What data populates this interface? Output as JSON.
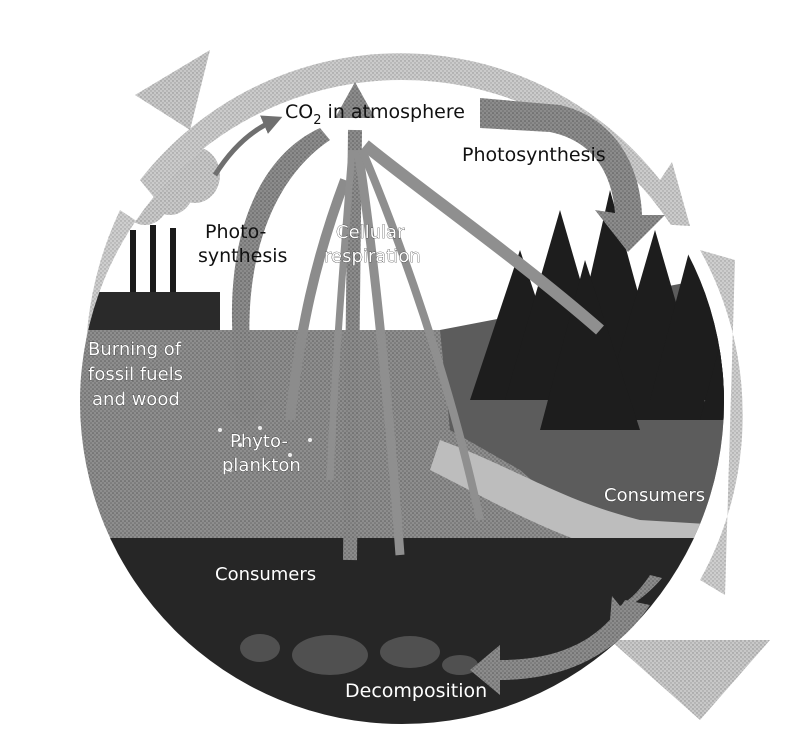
{
  "labels": {
    "co2": "CO",
    "co2_sub": "2",
    "co2_rest": " in atmosphere",
    "photosynthesis_land": "Photosynthesis",
    "photosynthesis_ocean_1": "Photo-",
    "photosynthesis_ocean_2": "synthesis",
    "respiration_1": "Cellular",
    "respiration_2": "respiration",
    "burning_1": "Burning of",
    "burning_2": "fossil fuels",
    "burning_3": "and wood",
    "phyto_1": "Phyto-",
    "phyto_2": "plankton",
    "consumers_land": "Consumers",
    "consumers_ocean": "Consumers",
    "decomposition": "Decomposition"
  },
  "colors": {
    "outer_ring": "#b9b9b9",
    "sky": "#ffffff",
    "water_surface": "#8d8d8d",
    "deep_water": "#2a2a2a",
    "land": "#5a5a5a",
    "trees": "#1c1c1c",
    "arrow": "#7a7a7a"
  }
}
